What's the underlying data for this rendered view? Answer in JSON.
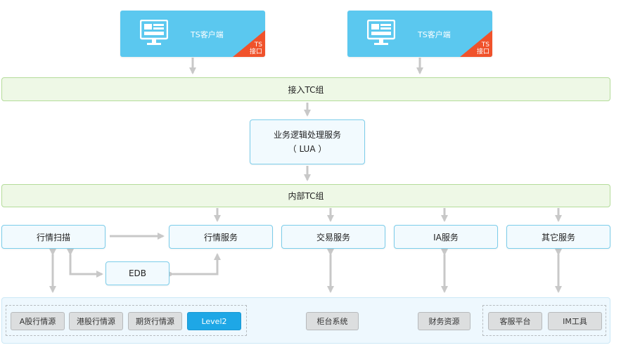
{
  "clients": [
    {
      "label": "TS客户端",
      "corner_label": "TS\n接口"
    },
    {
      "label": "TS客户端",
      "corner_label": "TS\n接口"
    }
  ],
  "access_group": {
    "label": "接入TC组"
  },
  "logic_service": {
    "line1": "业务逻辑处理服务",
    "line2": "（ LUA ）"
  },
  "internal_group": {
    "label": "内部TC组"
  },
  "services": {
    "scan": "行情扫描",
    "quote": "行情服务",
    "trade": "交易服务",
    "ia": "IA服务",
    "other": "其它服务",
    "edb": "EDB"
  },
  "sources": {
    "a_share": "A股行情源",
    "hk_share": "港股行情源",
    "futures": "期货行情源",
    "level2": "Level2",
    "counter": "柜台系统",
    "finance": "财务资源",
    "customer_service": "客服平台",
    "im": "IM工具"
  },
  "colors": {
    "client_blue": "#5bc8ef",
    "corner_orange": "#f0522b",
    "group_green_bg": "#eef8e6",
    "group_green_border": "#b4dc9a",
    "service_border": "#7ccdea",
    "service_bg": "#f2fafe",
    "arrow_gray": "#c8c8c8",
    "active_chip": "#1ea7e6",
    "chip_gray": "#dcdedf"
  },
  "icons": {
    "client_icon": "monitor-icon"
  }
}
